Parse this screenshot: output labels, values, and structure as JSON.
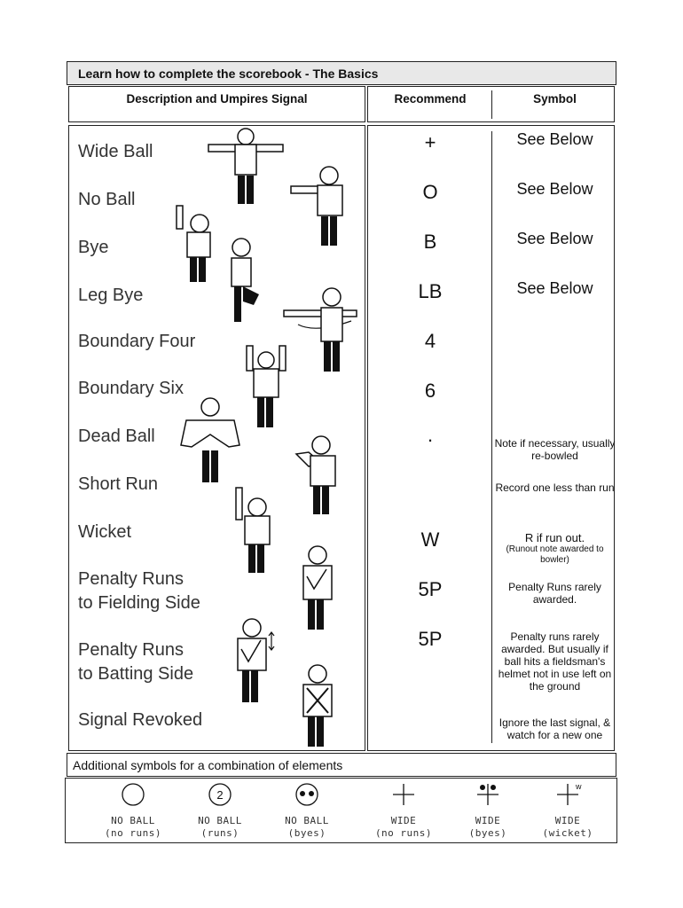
{
  "header": {
    "title": "Learn how to complete the scorebook - The Basics",
    "col_description": "Description and Umpires Signal",
    "col_recommend": "Recommend",
    "col_symbol": "Symbol"
  },
  "rows": [
    {
      "label": "Wide Ball",
      "recommend": "+",
      "symbol": "See Below"
    },
    {
      "label": "No Ball",
      "recommend": "O",
      "symbol": "See Below"
    },
    {
      "label": "Bye",
      "recommend": "B",
      "symbol": "See Below"
    },
    {
      "label": "Leg Bye",
      "recommend": "LB",
      "symbol": "See Below"
    },
    {
      "label": "Boundary Four",
      "recommend": "4",
      "symbol": ""
    },
    {
      "label": "Boundary Six",
      "recommend": "6",
      "symbol": ""
    },
    {
      "label": "Dead Ball",
      "recommend": ".",
      "symbol": "Note if necessary, usually re-bowled"
    },
    {
      "label": "Short Run",
      "recommend": "",
      "symbol": "Record one less than run"
    },
    {
      "label": "Wicket",
      "recommend": "W",
      "symbol": "R if run out.",
      "symbol_small": "(Runout note awarded to bowler)"
    },
    {
      "label_line1": "Penalty Runs",
      "label_line2": "to Fielding Side",
      "recommend": "5P",
      "symbol": "Penalty Runs rarely awarded."
    },
    {
      "label_line1": "Penalty Runs",
      "label_line2": "to Batting Side",
      "recommend": "5P",
      "symbol": "Penalty runs rarely awarded. But usually if ball hits a fieldsman's helmet not in use left on the ground"
    },
    {
      "label": "Signal Revoked",
      "recommend": "",
      "symbol": "Ignore the last signal, & watch for a new one"
    }
  ],
  "additional": {
    "title": "Additional symbols for a combination of elements",
    "items": [
      {
        "line1": "NO BALL",
        "line2": "(no runs)",
        "icon": "circle-icon"
      },
      {
        "line1": "NO BALL",
        "line2": "(runs)",
        "icon": "circle-2-icon",
        "digit": "2"
      },
      {
        "line1": "NO BALL",
        "line2": "(byes)",
        "icon": "circle-dots-icon"
      },
      {
        "line1": "WIDE",
        "line2": "(no runs)",
        "icon": "plus-icon"
      },
      {
        "line1": "WIDE",
        "line2": "(byes)",
        "icon": "plus-dots-icon"
      },
      {
        "line1": "WIDE",
        "line2": "(wicket)",
        "icon": "plus-w-icon",
        "superscript": "w"
      }
    ]
  }
}
